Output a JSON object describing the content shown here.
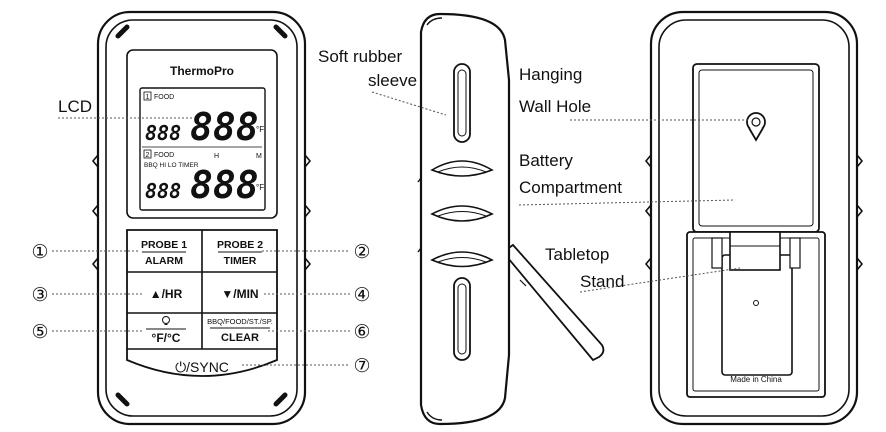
{
  "brand": "ThermoPro",
  "labels": {
    "lcd": "LCD",
    "sleeve_line1": "Soft rubber",
    "sleeve_line2": "sleeve",
    "hanging_line1": "Hanging",
    "hanging_line2": "Wall Hole",
    "battery_line1": "Battery",
    "battery_line2": "Compartment",
    "stand_line1": "Tabletop",
    "stand_line2": "Stand"
  },
  "lcd": {
    "probe1_tag": "1",
    "probe2_tag": "2",
    "food_label": "FOOD",
    "big_digits": "888",
    "small_digits": "888",
    "mode_text": "BBQ HI LO TIMER",
    "unit": "°F",
    "h_mark": "H",
    "m_mark": "M"
  },
  "buttons": {
    "b1_top": "PROBE 1",
    "b1_bottom": "ALARM",
    "b2_top": "PROBE 2",
    "b2_bottom": "TIMER",
    "b3": "▲/HR",
    "b4": "▼/MIN",
    "b5": "°F/°C",
    "b6_top": "BBQ/FOOD/ST./SP.",
    "b6_bottom": "CLEAR",
    "b7": "⏻/SYNC"
  },
  "callouts": [
    "①",
    "②",
    "③",
    "④",
    "⑤",
    "⑥",
    "⑦"
  ],
  "back_text": "Made in China"
}
